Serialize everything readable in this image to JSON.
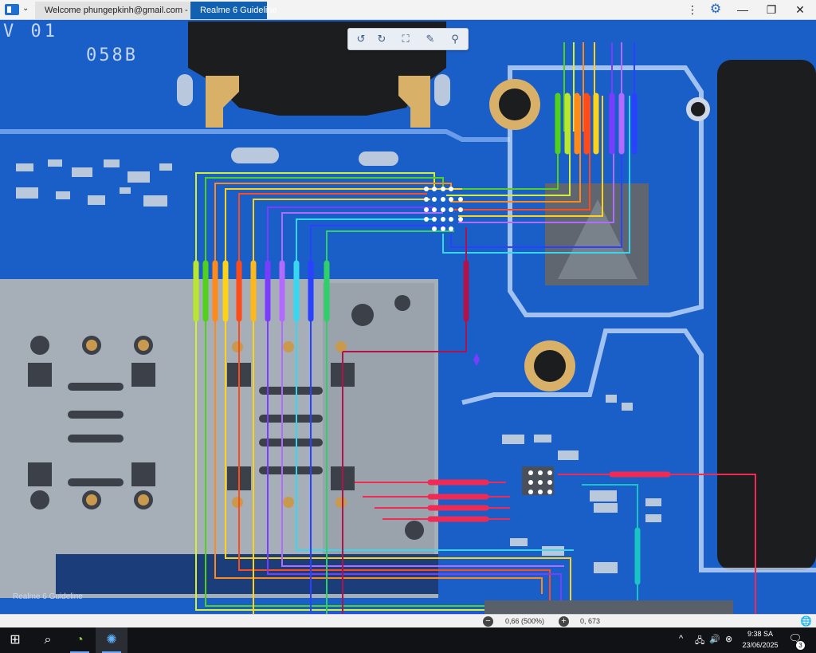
{
  "titlebar": {
    "tabs": [
      {
        "label": "Welcome phungepkinh@gmail.com - Orion"
      },
      {
        "label": "Realme 6 Guideline"
      }
    ],
    "icons": {
      "menu": "app-menu-icon",
      "more": "more-vertical-icon",
      "settings": "gear-icon",
      "minimize": "minimize-icon",
      "maximize": "restore-icon",
      "close": "close-icon"
    },
    "glyphs": {
      "more": "⋮",
      "settings": "⚙",
      "minimize": "—",
      "maximize": "❐",
      "close": "✕",
      "chevron": "⌄"
    }
  },
  "viewer": {
    "toolbar": {
      "glyphs": {
        "rotate_left": "↺",
        "rotate_right": "↻",
        "fit": "⛶",
        "highlight": "✎",
        "search": "⚲"
      },
      "icons": [
        "rotate-left-icon",
        "rotate-right-icon",
        "fit-screen-icon",
        "highlighter-icon",
        "search-icon"
      ]
    },
    "board_markings": {
      "silk_top_left": "V 01",
      "silk_code": "058B"
    },
    "watermark": "Realme 6 Guideline",
    "colors": {
      "board_blue": "#1a5fc7",
      "trace_light": "#3a86ea",
      "shield_gray": "#9aa3ad",
      "dark_gap": "#1a1b1d"
    }
  },
  "statusbar": {
    "zoom_label": "0,66 (500%)",
    "coord_label": "0, 673",
    "zoom_out_glyph": "−",
    "zoom_in_glyph": "+",
    "globe_glyph": "🌐"
  },
  "taskbar": {
    "glyphs": {
      "start": "⊞",
      "search": "⌕",
      "orion": "◔",
      "guide": "✺"
    },
    "tray": {
      "chevron": "^",
      "network": "🖧",
      "volume": "🔊",
      "status": "⊗"
    },
    "clock_time": "9:38 SA",
    "clock_date": "23/06/2025",
    "notification_count": "3",
    "notification_glyph": "🗨"
  }
}
